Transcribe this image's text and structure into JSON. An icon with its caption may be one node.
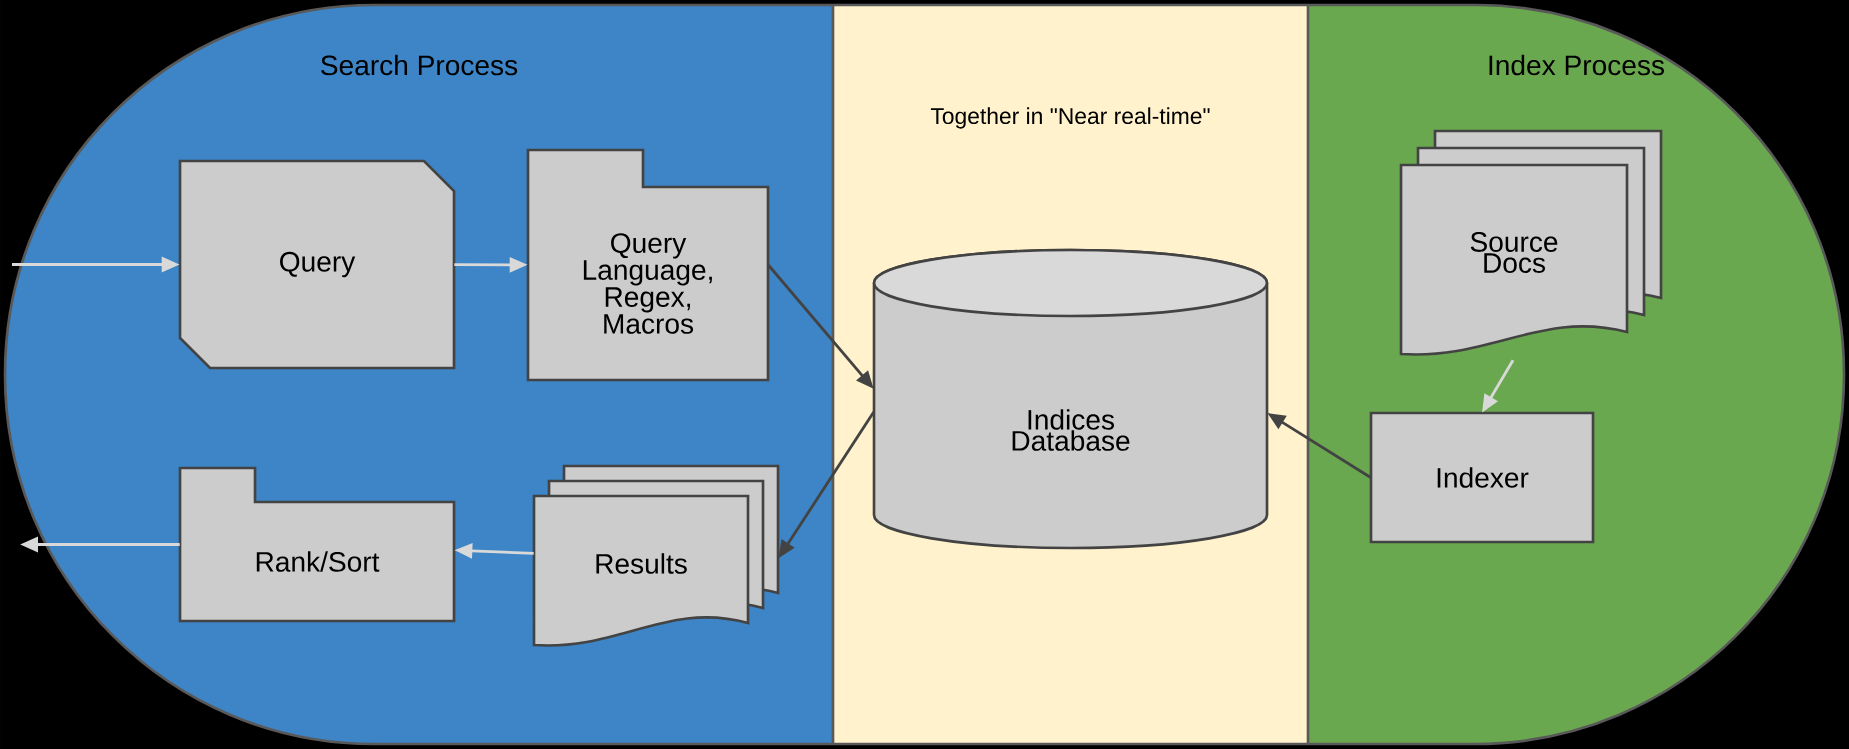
{
  "diagram": {
    "nodes": [
      {
        "text": [
          "Search Process"
        ]
      },
      {
        "text": [
          "Together in \"Near real-time\""
        ]
      },
      {
        "text": [
          "Index Process"
        ]
      },
      {
        "text": [
          "Query"
        ],
        "in": 0
      },
      {
        "text": [
          "Query Language, Regex, Macros"
        ],
        "in": 0
      },
      {
        "text": [
          "Rank/Sort"
        ],
        "in": 0
      },
      {
        "text": [
          "Results"
        ],
        "in": 0
      },
      {
        "text": [
          "Indices Database"
        ],
        "in": 1
      },
      {
        "text": [
          "Source Docs"
        ],
        "in": 2
      },
      {
        "text": [
          "Indexer"
        ],
        "in": 2
      }
    ],
    "edges": [
      {
        "from": null,
        "to": 3,
        "arrow": "to"
      },
      {
        "from": 3,
        "to": 4,
        "arrow": "to"
      },
      {
        "from": 4,
        "to": 7,
        "arrow": "to",
        "color": "#434343"
      },
      {
        "from": 7,
        "to": 6,
        "arrow": "to",
        "color": "#434343"
      },
      {
        "from": 6,
        "to": 5,
        "arrow": "to"
      },
      {
        "from": 5,
        "to": null,
        "arrow": "to"
      },
      {
        "from": 8,
        "to": 9,
        "arrow": "to"
      },
      {
        "from": 9,
        "to": 7,
        "arrow": "to",
        "color": "#434343"
      }
    ]
  }
}
